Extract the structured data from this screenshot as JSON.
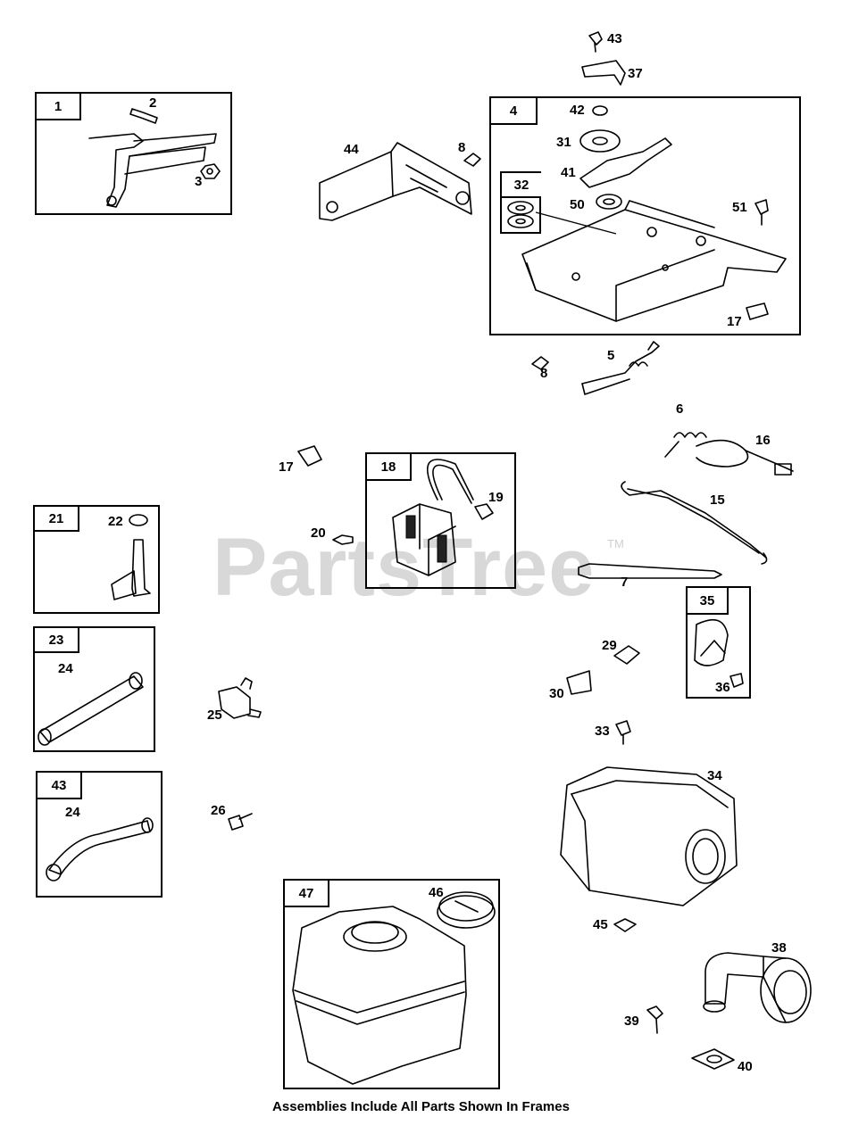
{
  "watermark": {
    "text": "PartsTree",
    "tm": "TM"
  },
  "caption": "Assemblies Include All Parts Shown In Frames",
  "frames": {
    "f1": "1",
    "f4": "4",
    "f32": "32",
    "f18": "18",
    "f21": "21",
    "f23": "23",
    "f43": "43",
    "f35": "35",
    "f47": "47"
  },
  "labels": {
    "l43top": "43",
    "l37": "37",
    "l2": "2",
    "l3": "3",
    "l44": "44",
    "l8a": "8",
    "l42": "42",
    "l31": "31",
    "l41": "41",
    "l50": "50",
    "l51": "51",
    "l17a": "17",
    "l8b": "8",
    "l5": "5",
    "l6": "6",
    "l16": "16",
    "l15": "15",
    "l17b": "17",
    "l19": "19",
    "l20": "20",
    "l22": "22",
    "l7": "7",
    "l29": "29",
    "l30": "30",
    "l36": "36",
    "l24a": "24",
    "l25": "25",
    "l33": "33",
    "l34": "34",
    "l24b": "24",
    "l26": "26",
    "l46": "46",
    "l45": "45",
    "l38": "38",
    "l39": "39",
    "l40": "40"
  }
}
